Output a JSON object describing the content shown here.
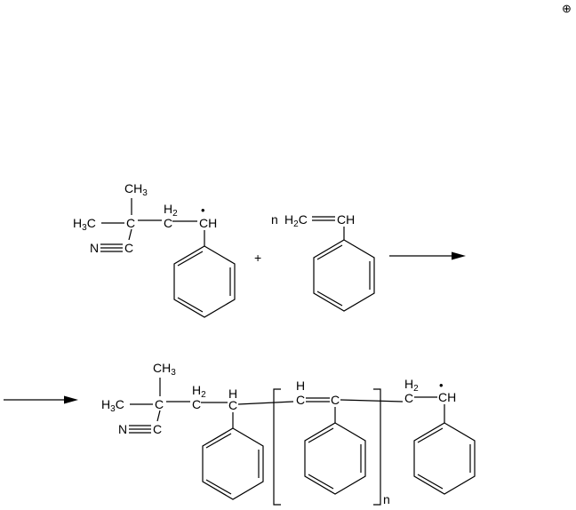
{
  "labels": {
    "plus": "+",
    "n_prefix": "n",
    "n_subscript": "n",
    "c_atom": "C",
    "h_atom": "H",
    "ch_atom": "CH",
    "ch3_label": "CH",
    "three": "3",
    "two": "2",
    "h3_lead": "H",
    "nc_label": "N",
    "radical_dot": "•",
    "corner_symbol": "⊕"
  },
  "reaction": {
    "reactant_1": "2-cyano-2-methylpropyl benzyl radical",
    "reactant_2": "styrene",
    "product": "polystyryl radical chain"
  },
  "colors": {
    "ink": "#000000",
    "background": "#ffffff"
  }
}
